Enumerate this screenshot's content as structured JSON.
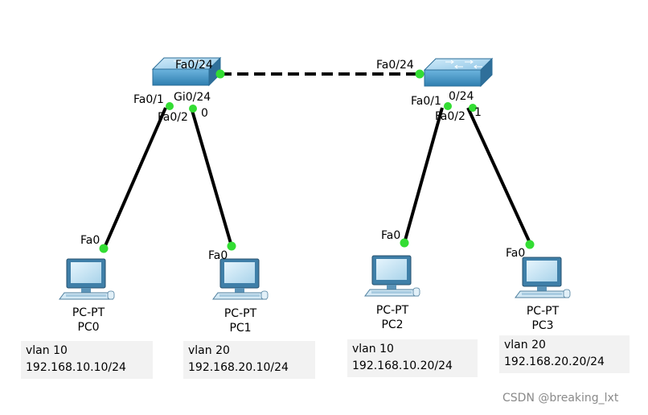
{
  "switches": [
    {
      "ports": {
        "uplink": "Fa0/24",
        "down_a": "Fa0/1",
        "down_b": "Fa0/2",
        "overlap_a": "Gi0/24",
        "overlap_b": "0"
      }
    },
    {
      "ports": {
        "uplink": "Fa0/24",
        "down_a": "Fa0/1",
        "down_b": "Fa0/2",
        "overlap_a": "0/24",
        "overlap_b": "1"
      }
    }
  ],
  "pcs": [
    {
      "type_label": "PC-PT",
      "name": "PC0",
      "port": "Fa0",
      "vlan": "vlan 10",
      "ip": "192.168.10.10/24"
    },
    {
      "type_label": "PC-PT",
      "name": "PC1",
      "port": "Fa0",
      "vlan": "vlan 20",
      "ip": "192.168.20.10/24"
    },
    {
      "type_label": "PC-PT",
      "name": "PC2",
      "port": "Fa0",
      "vlan": "vlan 10",
      "ip": "192.168.10.20/24"
    },
    {
      "type_label": "PC-PT",
      "name": "PC3",
      "port": "Fa0",
      "vlan": "vlan 20",
      "ip": "192.168.20.20/24"
    }
  ],
  "colors": {
    "link": "#000000",
    "port_up": "#33dd33",
    "switch_face": "#4a9cc9",
    "switch_top": "#a9d4ee",
    "monitor_frame": "#3f7fa8",
    "monitor_screen": "#cfe9f7"
  },
  "watermark": "CSDN @breaking_lxt"
}
